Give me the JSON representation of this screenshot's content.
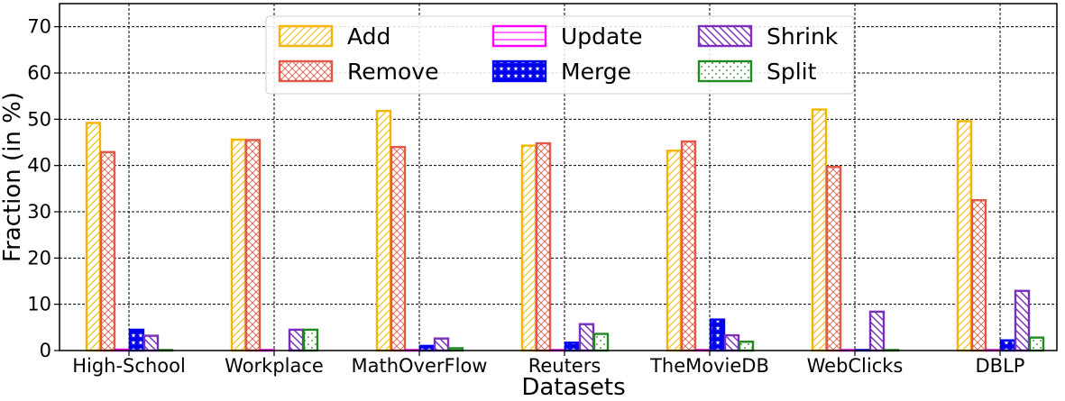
{
  "chart_data": {
    "type": "bar",
    "xlabel": "Datasets",
    "ylabel": "Fraction (in %)",
    "ylim": [
      0,
      75
    ],
    "yticks": [
      0,
      10,
      20,
      30,
      40,
      50,
      60,
      70
    ],
    "grid": true,
    "legend_position": "top-center",
    "categories": [
      "High-School",
      "Workplace",
      "MathOverFlow",
      "Reuters",
      "TheMovieDB",
      "WebClicks",
      "DBLP"
    ],
    "series": [
      {
        "name": "Add",
        "color": "#f2b600",
        "pattern": "diag",
        "values": [
          49.2,
          45.6,
          51.8,
          44.3,
          43.2,
          52.1,
          49.6
        ]
      },
      {
        "name": "Remove",
        "color": "#e05a4a",
        "pattern": "crosshatch",
        "values": [
          42.9,
          45.5,
          44.0,
          44.8,
          45.2,
          39.7,
          32.5
        ]
      },
      {
        "name": "Update",
        "color": "#ff00ff",
        "pattern": "horiz",
        "values": [
          0.2,
          0.1,
          0.1,
          0.1,
          0.1,
          0.1,
          0.1
        ]
      },
      {
        "name": "Merge",
        "color": "#0000ee",
        "pattern": "stars",
        "values": [
          4.5,
          0.0,
          1.0,
          1.7,
          6.7,
          0.1,
          2.2
        ]
      },
      {
        "name": "Shrink",
        "color": "#7b2fbf",
        "pattern": "backdiag",
        "values": [
          3.2,
          4.5,
          2.6,
          5.7,
          3.3,
          8.4,
          12.9
        ]
      },
      {
        "name": "Split",
        "color": "#1f8a1f",
        "pattern": "dots",
        "values": [
          0.1,
          4.5,
          0.5,
          3.6,
          1.9,
          0.1,
          2.8
        ]
      }
    ]
  }
}
